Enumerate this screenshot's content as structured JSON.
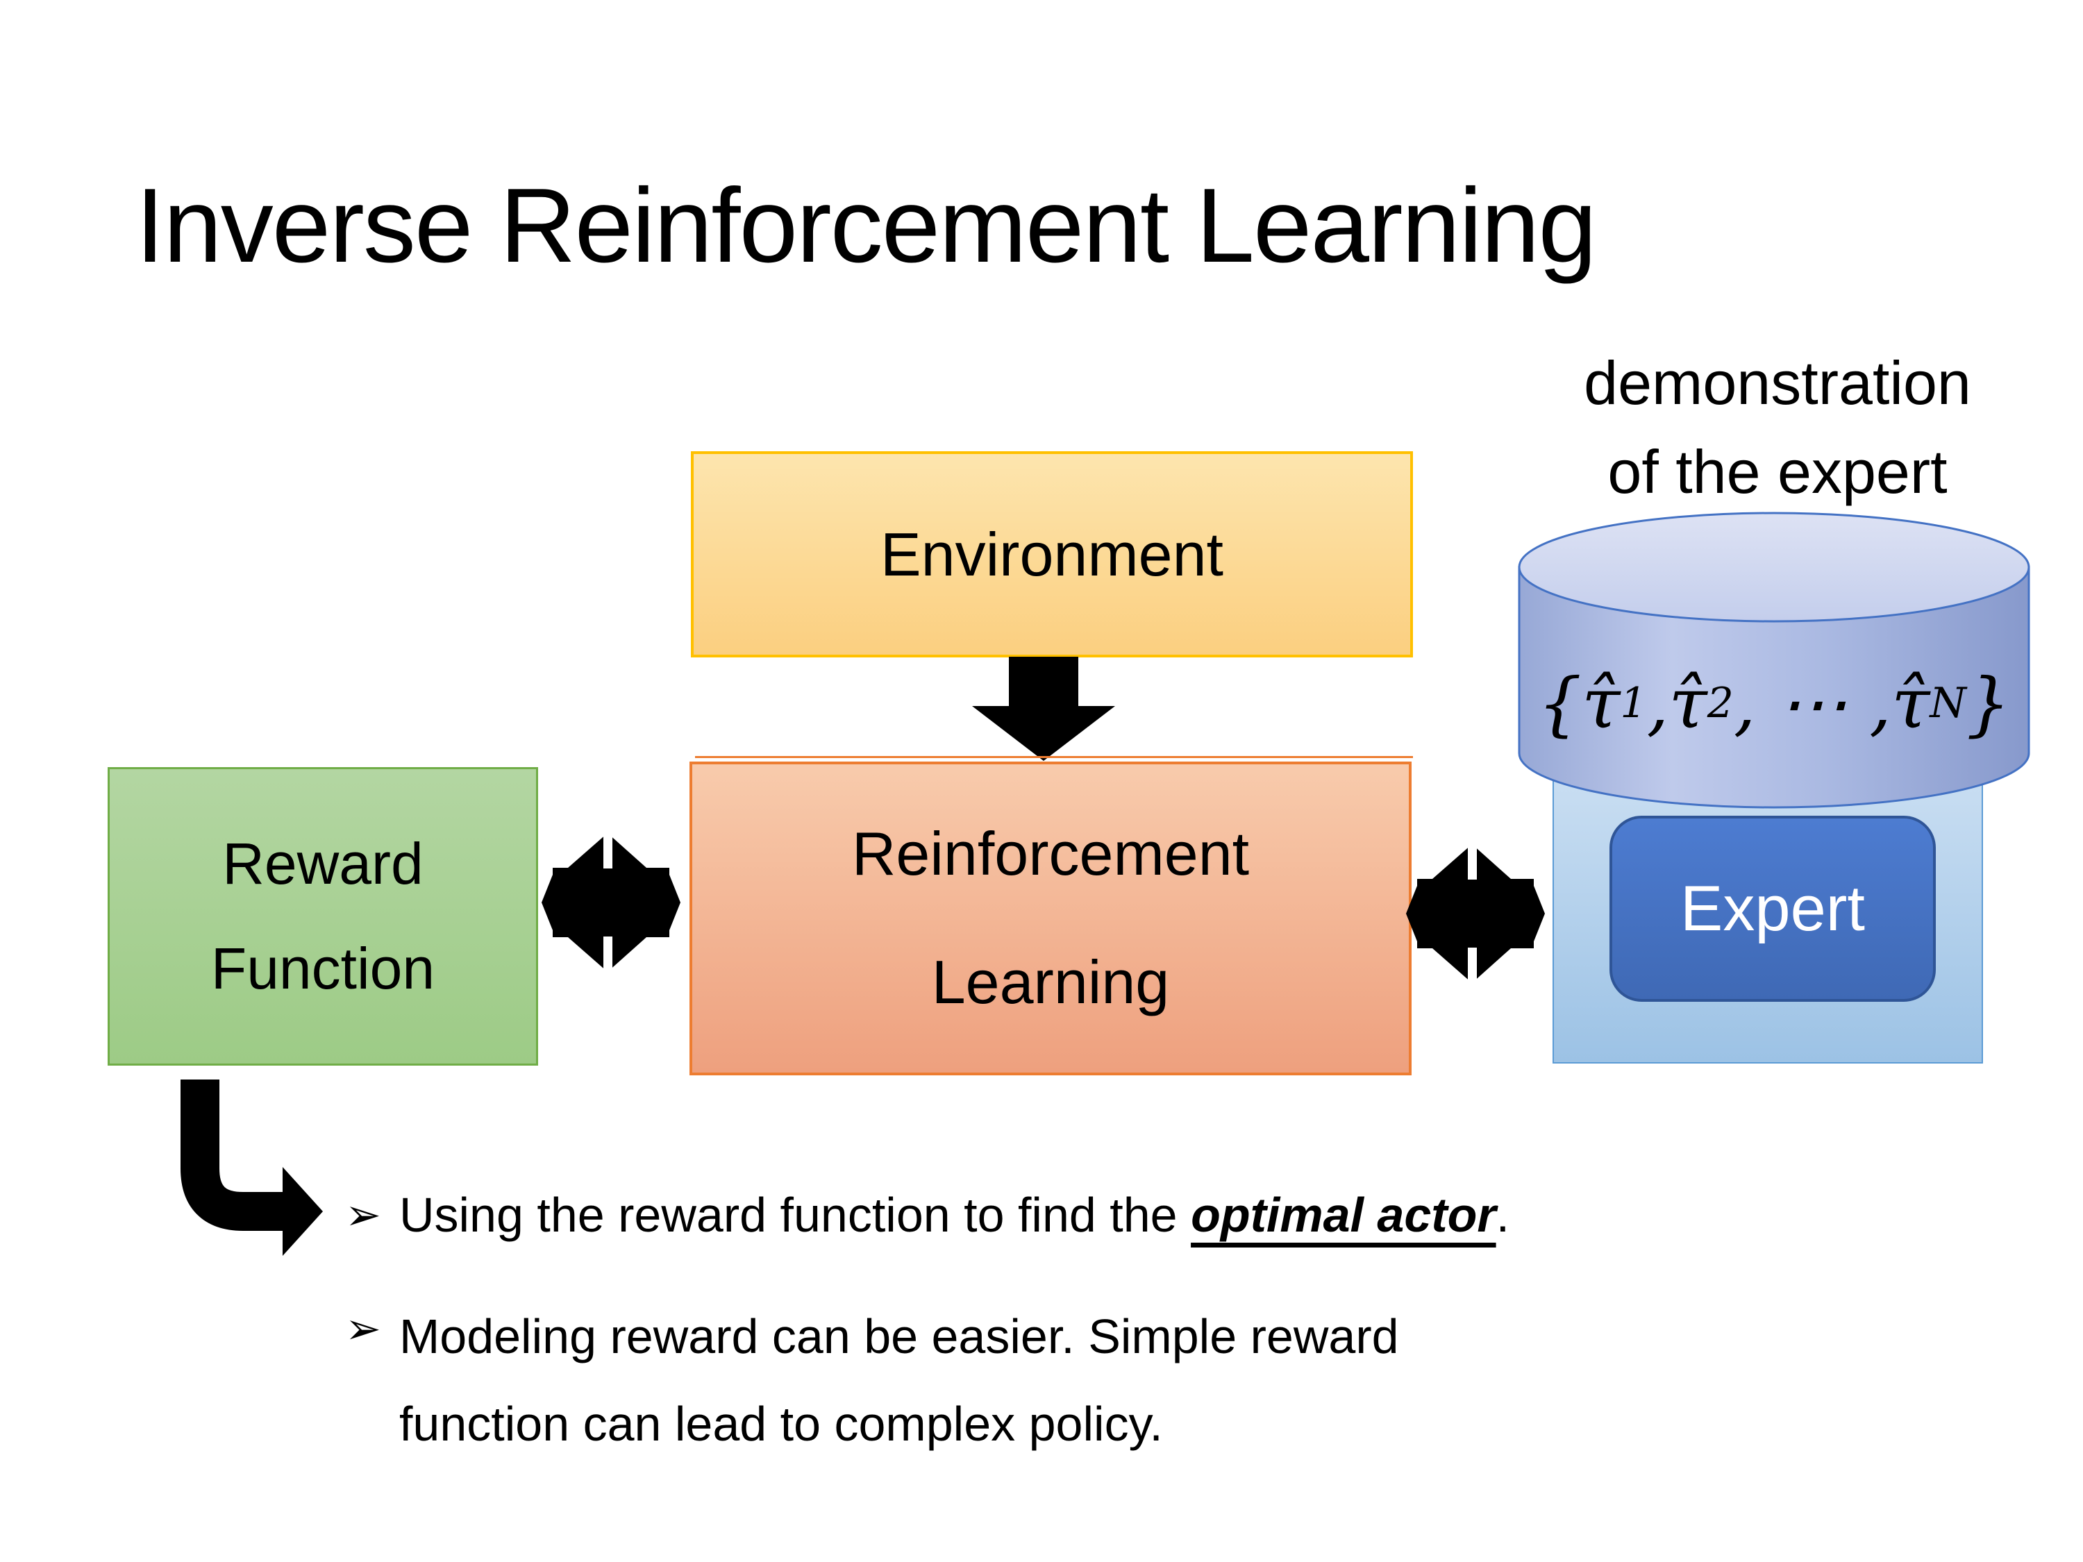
{
  "slide": {
    "title": "Inverse Reinforcement Learning",
    "demo_label": {
      "line1": "demonstration",
      "line2": "of the expert"
    },
    "environment": {
      "label": "Environment"
    },
    "reinforcement_learning": {
      "line1": "Reinforcement",
      "line2": "Learning"
    },
    "reward_function": {
      "line1": "Reward",
      "line2": "Function"
    },
    "expert": {
      "label": "Expert"
    },
    "cylinder": {
      "formula_html": "{<i>τ̂</i><sub>1</sub>, <i>τ̂</i><sub>2</sub>, ⋯ , <i>τ̂</i><sub>N</sub>}"
    },
    "bullets": {
      "marker": "➢",
      "b1_prefix": "Using the reward function to find the ",
      "b1_emphasis": "optimal actor",
      "b1_suffix": ".",
      "b2_line1": "Modeling reward can be easier. Simple reward",
      "b2_line2": "function can lead to complex policy."
    },
    "colors": {
      "environment_border": "#FFC000",
      "environment_fill": "#FBD488",
      "rl_border": "#ED7D31",
      "rl_fill": "#F3B494",
      "reward_border": "#70AD47",
      "reward_fill": "#A8D094",
      "expert_container_fill": "#B2D0EB",
      "expert_container_border": "#5B9BD5",
      "expert_fill": "#4472C4",
      "expert_border": "#2F5597",
      "cylinder_fill": "#A9B9E2",
      "cylinder_border": "#4472C4",
      "arrow": "#000000"
    }
  }
}
